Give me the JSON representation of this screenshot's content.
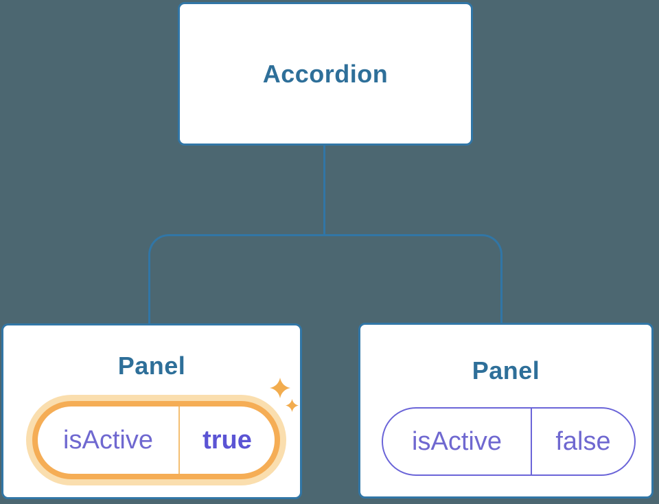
{
  "diagram": {
    "root": {
      "label": "Accordion"
    },
    "panels": [
      {
        "title": "Panel",
        "prop": "isActive",
        "value": "true",
        "highlighted": true,
        "sparkles": true
      },
      {
        "title": "Panel",
        "prop": "isActive",
        "value": "false",
        "highlighted": false,
        "sparkles": false
      }
    ]
  },
  "colors": {
    "background": "#4C6771",
    "node_border": "#3176A6",
    "node_text": "#2E6F99",
    "connector": "#3176A6",
    "state_text": "#6F68D0",
    "state_border": "#6A64D8",
    "active_value_text": "#5B54D4",
    "active_pill_border": "#F5AD55",
    "active_pill_glow": "#FADEAE",
    "active_pill_divider": "#F4BE72",
    "sparkle": "#F2AC4E"
  }
}
